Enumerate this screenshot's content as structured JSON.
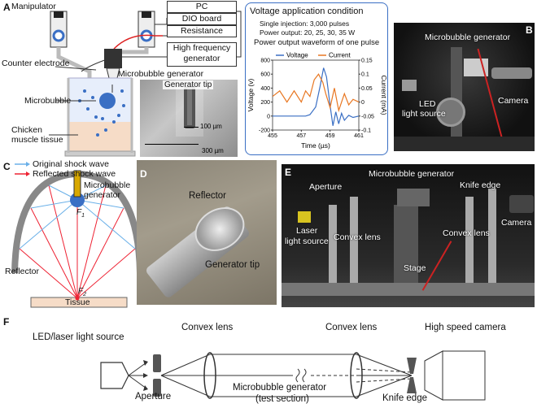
{
  "panels": {
    "a": "A",
    "b": "B",
    "c": "C",
    "d": "D",
    "e": "E",
    "f": "F"
  },
  "a": {
    "manipulator": "Manipulator",
    "pc": "PC",
    "dio": "DIO board",
    "resistance": "Resistance",
    "hfgen1": "High frequency",
    "hfgen2": "generator",
    "counter": "Counter electrode",
    "mbgen": "Microbubble generator",
    "microbubble": "Microbubble",
    "chicken1": "Chicken",
    "chicken2": "muscle tissue",
    "gentip": "Generator tip",
    "scale1": "100 µm",
    "scale2": "300 µm"
  },
  "voltage_box": {
    "title": "Voltage application condition",
    "line1": "Single injection: 3,000 pulses",
    "line2": "Power output: 20, 25, 30, 35 W",
    "line3": "Power output waveform of one pulse"
  },
  "chart_data": {
    "type": "line",
    "title": "",
    "xlabel": "Time (µs)",
    "ylabel": "Voltage (v)",
    "ylabel_right": "Current (mA)",
    "xlim": [
      455,
      461
    ],
    "ylim": [
      -200,
      800
    ],
    "ylim_right": [
      -0.1,
      0.15
    ],
    "xticks": [
      "455",
      "457",
      "459",
      "461"
    ],
    "yticks": [
      "-200",
      "0",
      "200",
      "400",
      "600",
      "800"
    ],
    "yticks_right": [
      "-0.1",
      "-0.05",
      "0",
      "0.05",
      "0.1",
      "0.15"
    ],
    "legend": [
      "Voltage",
      "Current"
    ],
    "series": [
      {
        "name": "Voltage",
        "color": "#3a6fc4",
        "x": [
          455,
          457.3,
          457.6,
          458.0,
          458.3,
          458.55,
          458.75,
          459.0,
          459.2,
          459.4,
          459.6,
          459.8,
          460.0,
          460.3,
          460.6,
          461
        ],
        "y": [
          0,
          0,
          20,
          130,
          420,
          690,
          560,
          150,
          -140,
          60,
          -110,
          40,
          -60,
          10,
          -20,
          0
        ]
      },
      {
        "name": "Current",
        "color": "#e87722",
        "x": [
          455,
          455.5,
          456,
          456.5,
          457,
          457.3,
          457.6,
          457.9,
          458.2,
          458.5,
          458.7,
          459.0,
          459.3,
          459.6,
          460.0,
          460.3,
          460.6,
          461
        ],
        "y": [
          0.02,
          0.04,
          0.0,
          0.04,
          0.0,
          0.04,
          0.02,
          0.08,
          0.1,
          0.07,
          0.03,
          -0.02,
          0.05,
          -0.03,
          0.03,
          -0.01,
          0.01,
          0.0
        ]
      }
    ]
  },
  "b": {
    "mbgen": "Microbubble generator",
    "led1": "LED",
    "led2": "light source",
    "camera": "Camera"
  },
  "c": {
    "orig": "Original shock wave",
    "refl": "Reflected shock wave",
    "mb1": "Microbubble",
    "mb2": "generator",
    "f1": "F",
    "f1sub": "1",
    "f2": "F",
    "f2sub": "2",
    "reflector": "Reflector",
    "tissue": "Tissue"
  },
  "d": {
    "reflector": "Reflector",
    "gentip": "Generator tip"
  },
  "e": {
    "mbgen": "Microbubble generator",
    "aperture": "Aperture",
    "knife": "Knife edge",
    "laser1": "Laser",
    "laser2": "light source",
    "convex1": "Convex lens",
    "convex2": "Convex lens",
    "stage": "Stage",
    "camera": "Camera"
  },
  "f": {
    "source": "LED/laser light source",
    "convex1": "Convex lens",
    "convex2": "Convex lens",
    "camera": "High speed camera",
    "aperture": "Aperture",
    "mb1": "Microbubble generator",
    "mb2": "(test section)",
    "knife": "Knife edge"
  }
}
